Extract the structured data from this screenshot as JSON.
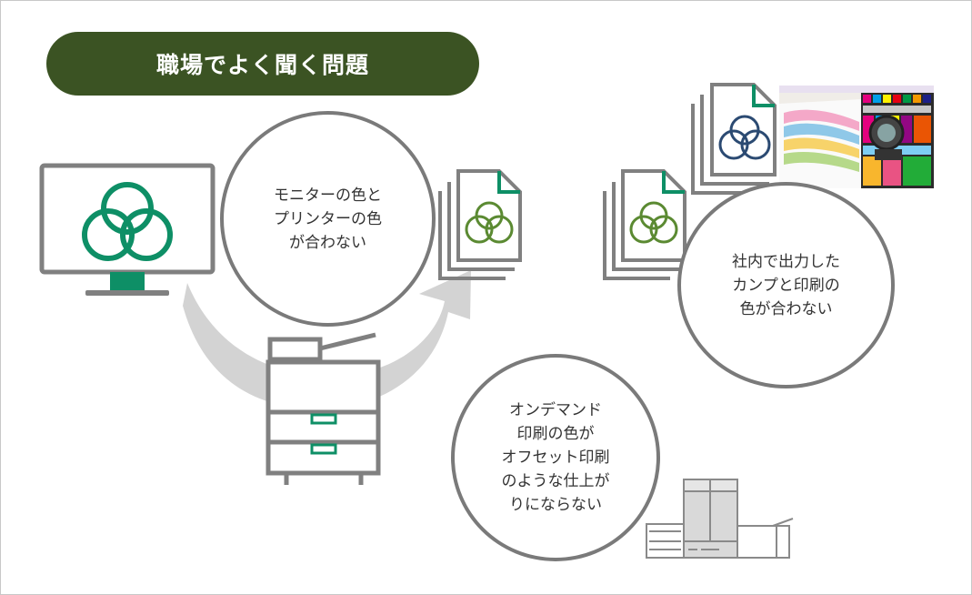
{
  "title": "職場でよく聞く問題",
  "bubbles": {
    "monitor": [
      "モニターの色と",
      "プリンターの色",
      "が合わない"
    ],
    "proof": [
      "社内で出力した",
      "カンプと印刷の",
      "色が合わない"
    ],
    "ondemand": [
      "オンデマンド",
      "印刷の色が",
      "オフセット印刷",
      "のような仕上が",
      "りにならない"
    ]
  },
  "colors": {
    "title_bg": "#3b5323",
    "green_logo": "#0e8f66",
    "olive_logo": "#5b8a32",
    "navy_logo": "#2b4a72",
    "gray": "#808080",
    "arrow": "#d3d3d3"
  },
  "icons": [
    "monitor-icon",
    "printer-icon",
    "document-stack-icon",
    "press-machine-icon",
    "color-chart-photo"
  ]
}
